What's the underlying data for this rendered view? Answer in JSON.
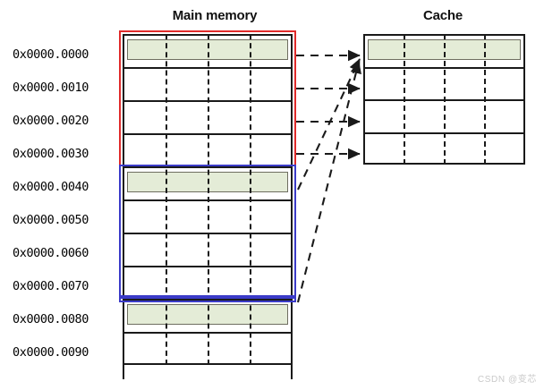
{
  "diagram": {
    "titles": {
      "main_memory": "Main memory",
      "cache": "Cache"
    },
    "watermark": "CSDN @变芯",
    "colors": {
      "block_fill": "#e4ecd7",
      "block_border": "#6e6e60",
      "table_border": "#1a1a1a",
      "group_red": "#e02b2b",
      "group_blue": "#3b3bc8",
      "arrow": "#1a1a1a",
      "background": "#ffffff"
    },
    "memory": {
      "column_count": 4,
      "addresses": [
        "0x0000.0000",
        "0x0000.0010",
        "0x0000.0020",
        "0x0000.0030",
        "0x0000.0040",
        "0x0000.0050",
        "0x0000.0060",
        "0x0000.0070",
        "0x0000.0080",
        "0x0000.0090"
      ],
      "highlighted_rows": [
        0,
        4,
        8
      ],
      "groups": [
        {
          "name": "red-group",
          "color": "#e02b2b",
          "first_row": 0,
          "last_row": 3
        },
        {
          "name": "blue-group",
          "color": "#3b3bc8",
          "first_row": 4,
          "last_row": 7
        },
        {
          "name": "blue-group-partial",
          "color": "#3b3bc8",
          "first_row": 8,
          "last_row": 8
        }
      ]
    },
    "cache": {
      "row_count": 4,
      "column_count": 4,
      "highlighted_rows": [
        0
      ]
    },
    "mappings": [
      {
        "from_address": "0x0000.0000",
        "to_cache_line": 0
      },
      {
        "from_address": "0x0000.0010",
        "to_cache_line": 1
      },
      {
        "from_address": "0x0000.0020",
        "to_cache_line": 2
      },
      {
        "from_address": "0x0000.0030",
        "to_cache_line": 3
      },
      {
        "from_address": "0x0000.0040",
        "to_cache_line": 0
      },
      {
        "from_address": "0x0000.0080",
        "to_cache_line": 0
      }
    ]
  }
}
